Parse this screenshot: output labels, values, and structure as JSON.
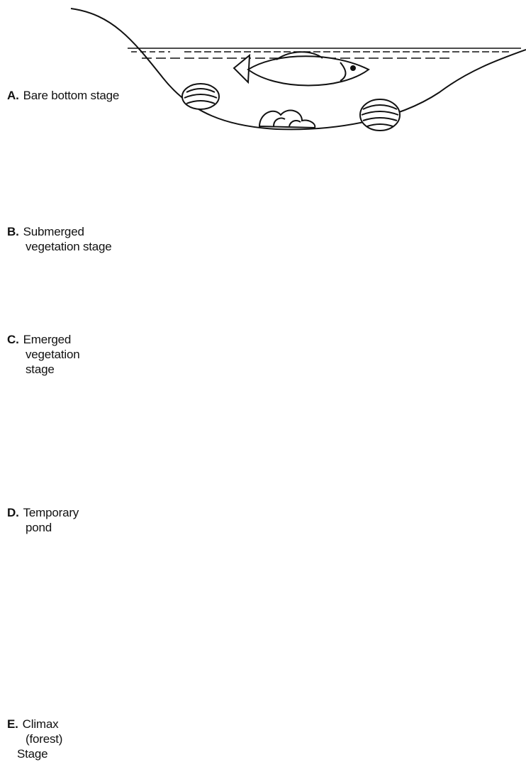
{
  "stages": [
    {
      "letter": "A.",
      "lines": [
        "Bare bottom stage"
      ]
    },
    {
      "letter": "B.",
      "lines": [
        "Submerged",
        "vegetation stage"
      ]
    },
    {
      "letter": "C.",
      "lines": [
        "Emerged",
        "vegetation",
        "stage"
      ]
    },
    {
      "letter": "D.",
      "lines": [
        "Temporary",
        "pond"
      ]
    },
    {
      "letter": "E.",
      "lines": [
        "Climax",
        "(forest)",
        "Stage"
      ]
    }
  ],
  "colors": {
    "ink": "#111111",
    "sediment": "#9a9a9a",
    "background": "#ffffff"
  },
  "icons": [
    "fish-icon",
    "shell-icon",
    "plant-icon",
    "reed-icon",
    "frog-icon",
    "dragonfly-icon",
    "tadpole-icon",
    "bird-icon",
    "turtle-icon",
    "snail-icon",
    "tree-icon",
    "mushroom-icon"
  ]
}
